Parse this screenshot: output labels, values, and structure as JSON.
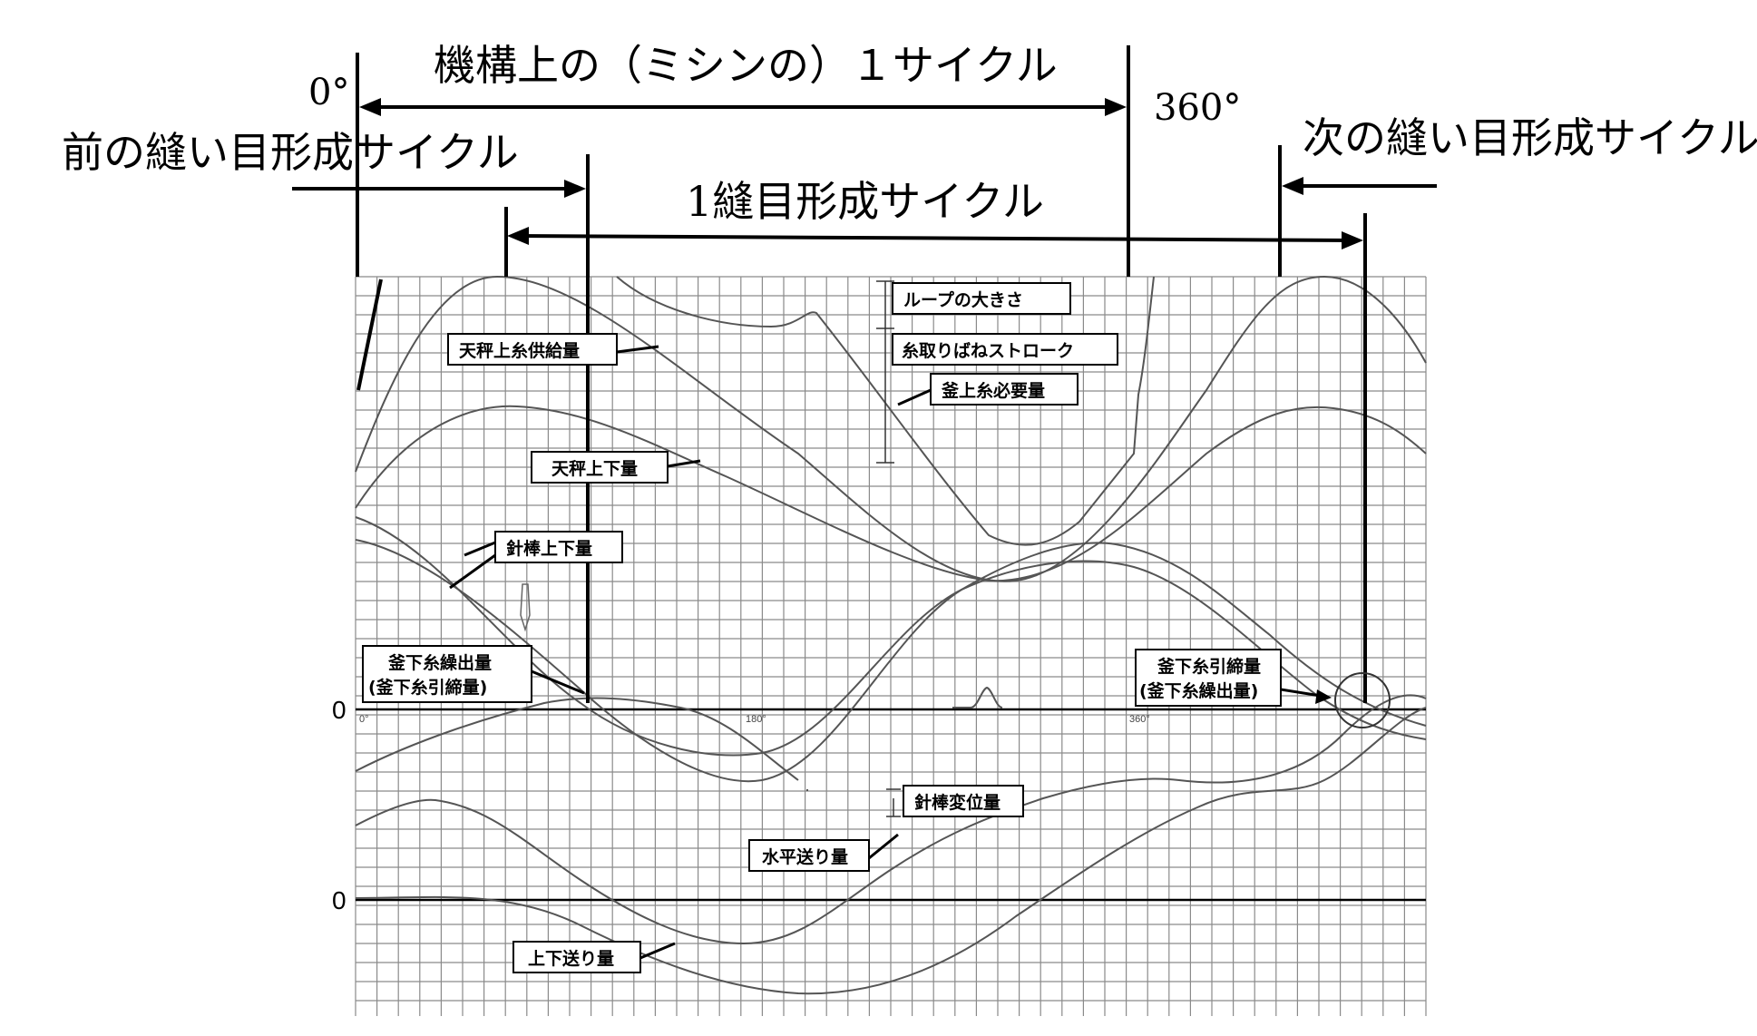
{
  "header": {
    "cycle_machine": "機構上の（ミシンの）１サイクル",
    "deg_start": "0°",
    "deg_end": "360°",
    "prev_cycle": "前の縫い目形成サイクル",
    "next_cycle": "次の縫い目形成サイクル",
    "stitch_cycle": "1縫目形成サイクル"
  },
  "axes": {
    "zero_upper": "0",
    "zero_lower": "0",
    "tick_0": "0°",
    "tick_180": "180°",
    "tick_360": "360°"
  },
  "labels": {
    "loop_size": "ループの大きさ",
    "spring_stroke": "糸取りばねストローク",
    "hook_upper_need": "釜上糸必要量",
    "takeup_supply": "天秤上糸供給量",
    "takeup_vertical": "天秤上下量",
    "needlebar_vertical": "針棒上下量",
    "hook_lower_out_1": "釜下糸繰出量",
    "hook_lower_out_2": "(釜下糸引締量)",
    "hook_lower_pull_1": "釜下糸引締量",
    "hook_lower_pull_2": "(釜下糸繰出量)",
    "needlebar_disp": "針棒変位量",
    "horizontal_feed": "水平送り量",
    "vertical_feed": "上下送り量"
  }
}
